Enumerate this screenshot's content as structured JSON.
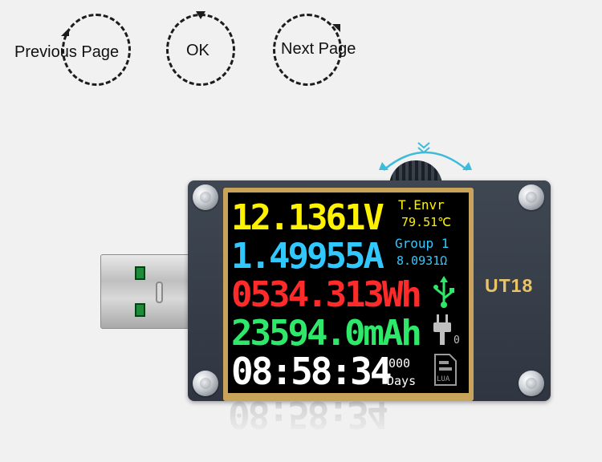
{
  "nav": {
    "previous_label": "Previous Page",
    "ok_label": "OK",
    "next_label": "Next Page"
  },
  "device": {
    "brand": "UT18",
    "voltage": "12.1361V",
    "current": "1.49955A",
    "energy": "0534.313Wh",
    "capacity": "23594.0mAh",
    "time": "08:58:34",
    "env_label": "T.Envr",
    "env_temp": "79.51℃",
    "group": "Group 1",
    "resistance": "8.0931Ω",
    "days_value": "000",
    "days_label": "Days",
    "plug_count": "0",
    "file_label": "LUA",
    "icons": [
      "usb-icon",
      "plug-icon",
      "document-icon"
    ]
  },
  "colors": {
    "voltage": "#fff200",
    "current": "#31c8ff",
    "energy": "#ff2a2a",
    "capacity": "#2ee86a",
    "time": "#ffffff",
    "brand": "#e8c36a",
    "wheel_arrows": "#3dbbdb"
  }
}
